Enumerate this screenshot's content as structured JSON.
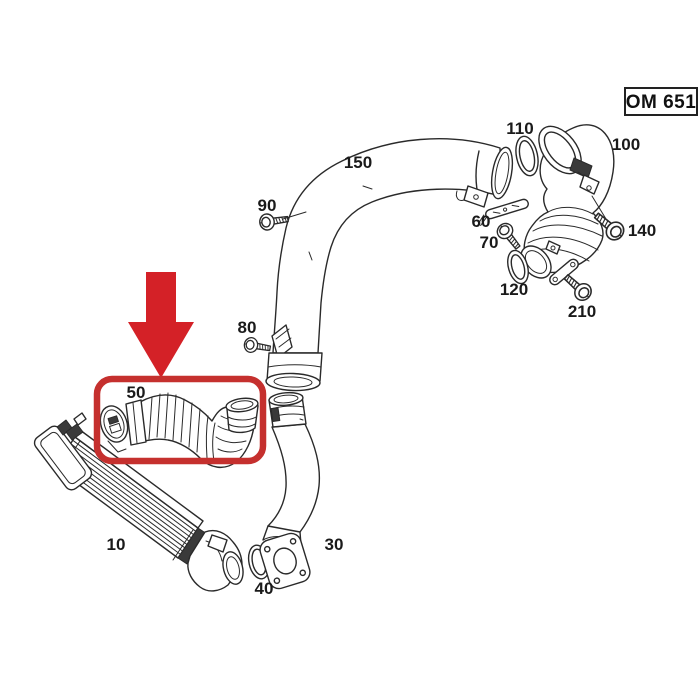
{
  "engine_box": {
    "label": "OM 651"
  },
  "colors": {
    "arrow_red": "#d42127",
    "box_red": "#c5302e",
    "line": "#2a2a2a",
    "background": "#ffffff"
  },
  "highlight": {
    "boxed_part_label": "50"
  },
  "parts": [
    {
      "label": "10"
    },
    {
      "label": "30"
    },
    {
      "label": "40"
    },
    {
      "label": "50"
    },
    {
      "label": "60"
    },
    {
      "label": "70"
    },
    {
      "label": "80"
    },
    {
      "label": "90"
    },
    {
      "label": "100"
    },
    {
      "label": "110"
    },
    {
      "label": "120"
    },
    {
      "label": "140"
    },
    {
      "label": "150"
    },
    {
      "label": "210"
    }
  ]
}
